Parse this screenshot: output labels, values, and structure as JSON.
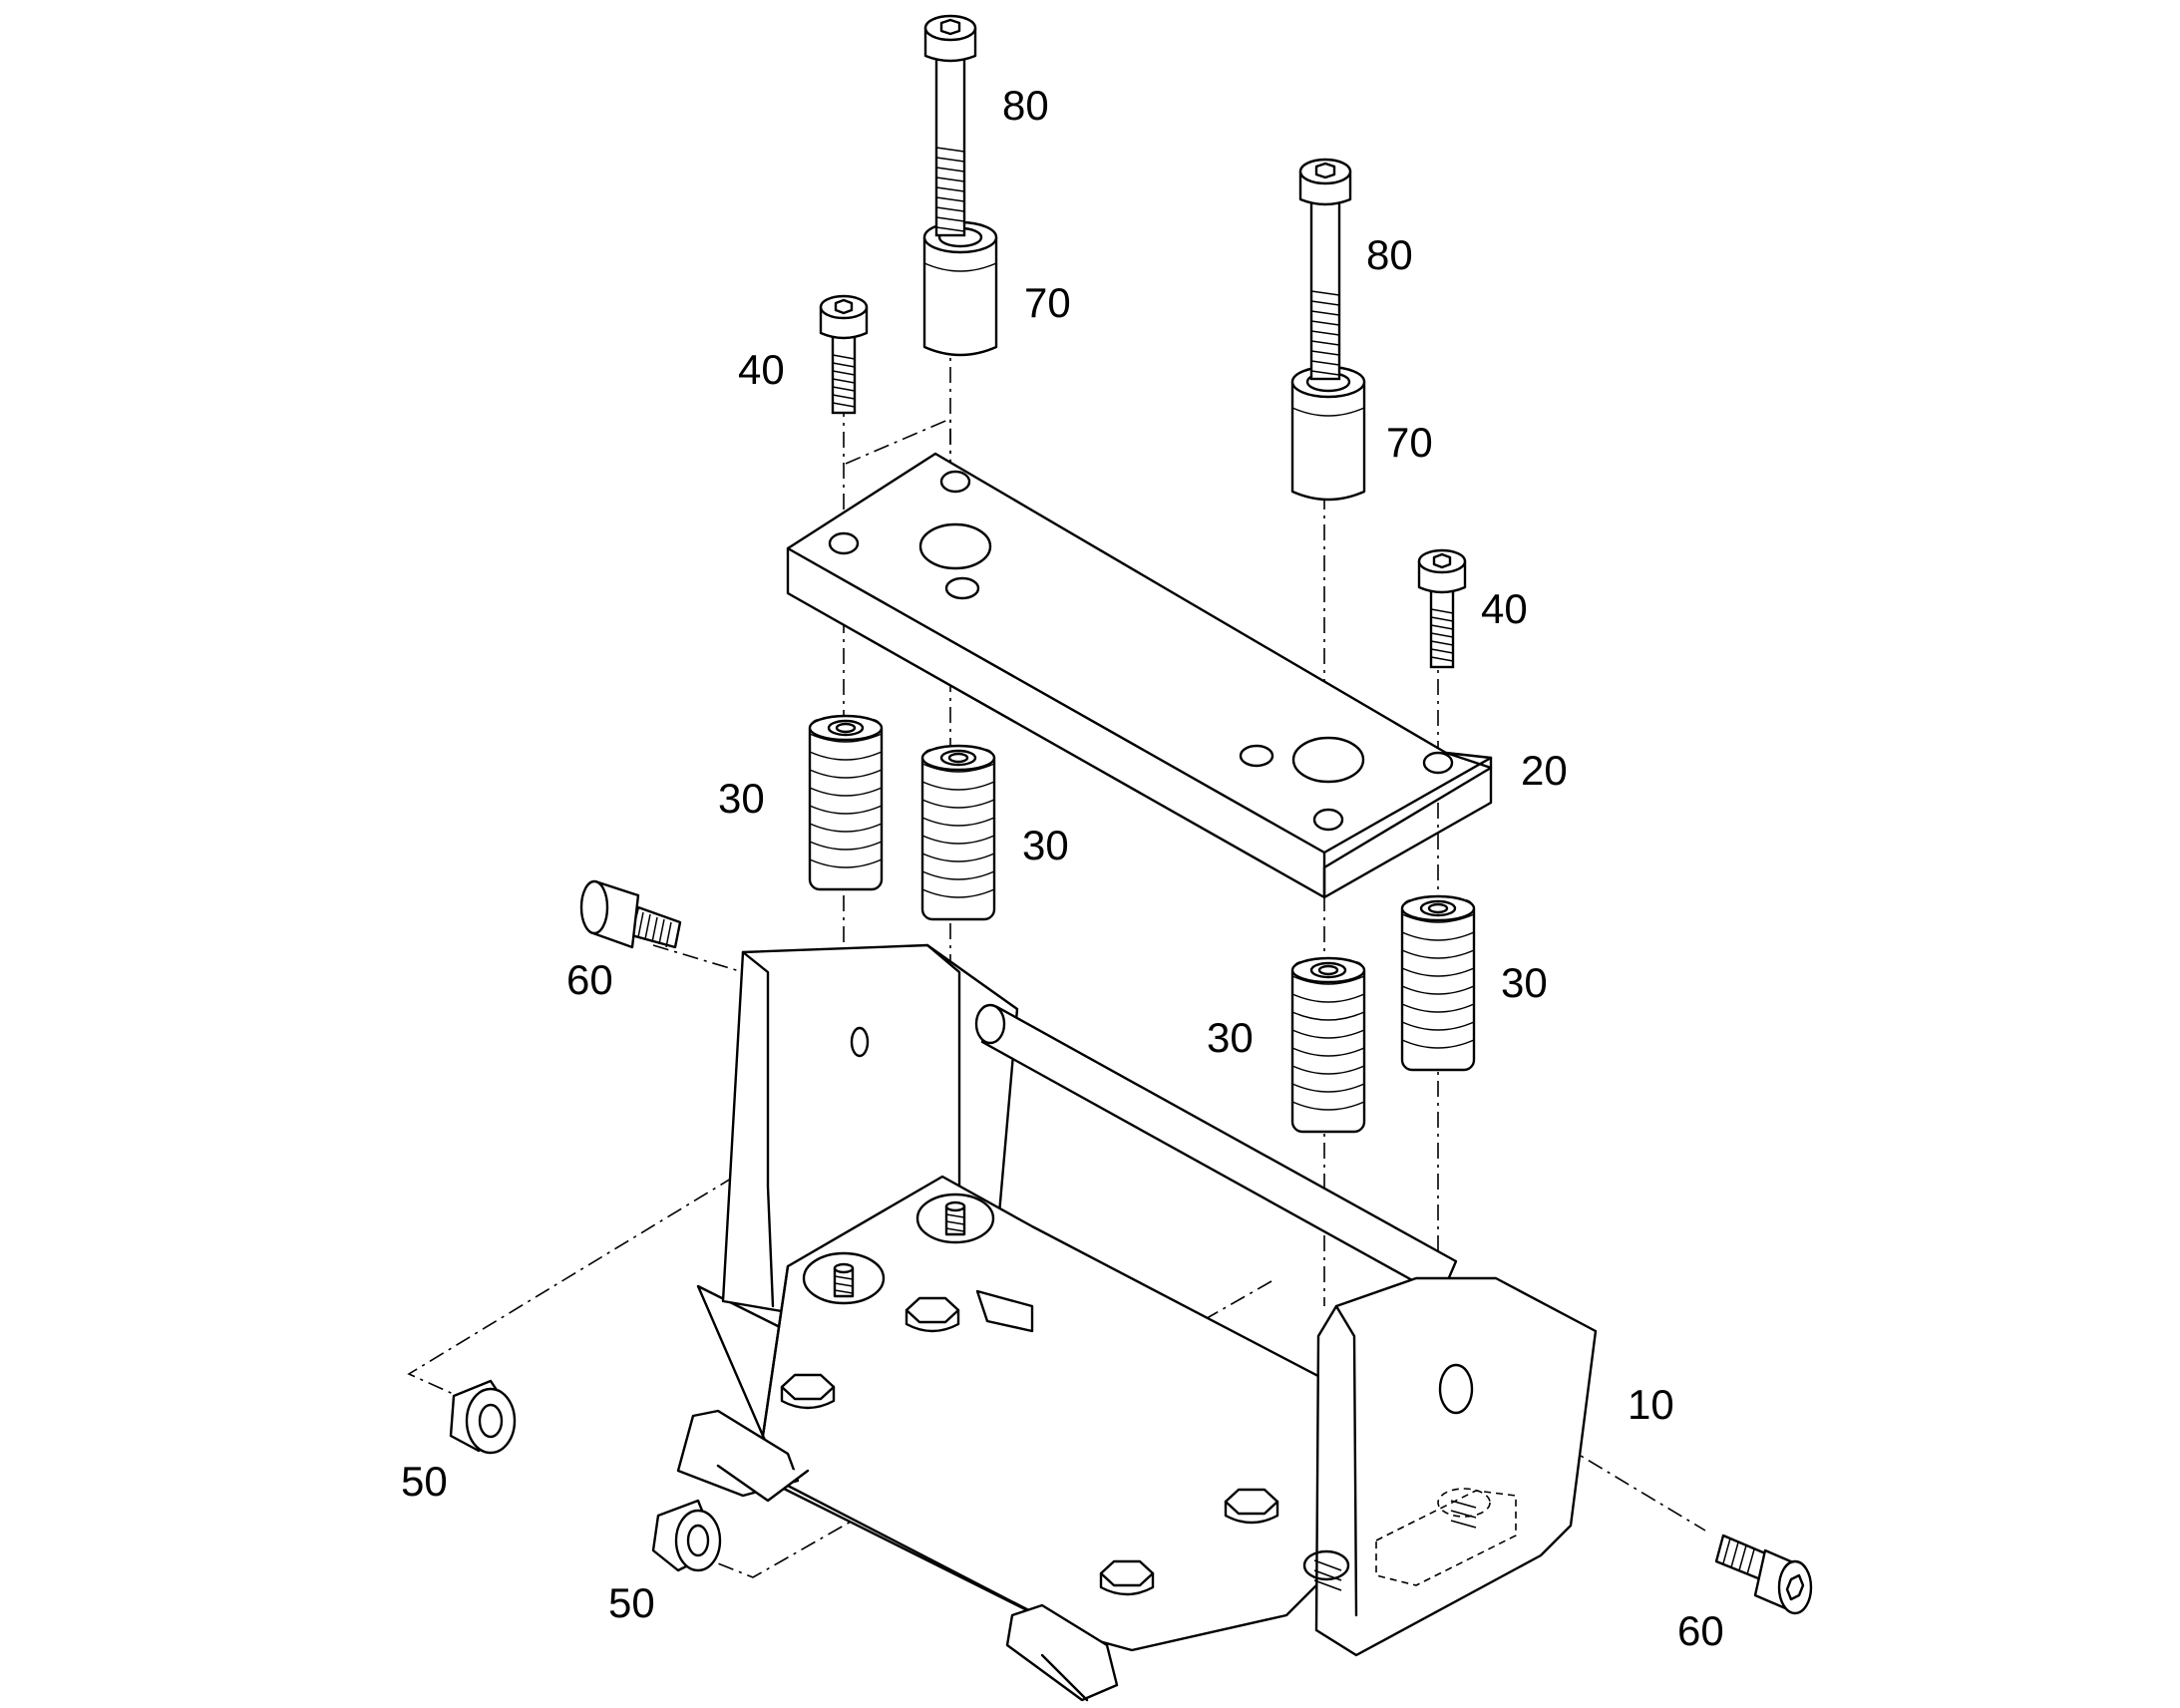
{
  "diagram": {
    "callouts": {
      "base_10": "10",
      "plate_20": "20",
      "spring_30_a": "30",
      "spring_30_b": "30",
      "spring_30_c": "30",
      "spring_30_d": "30",
      "screw_40_a": "40",
      "screw_40_b": "40",
      "nut_50_a": "50",
      "nut_50_b": "50",
      "screw_60_a": "60",
      "screw_60_b": "60",
      "bushing_70_a": "70",
      "bushing_70_b": "70",
      "bolt_80_a": "80",
      "bolt_80_b": "80"
    }
  }
}
